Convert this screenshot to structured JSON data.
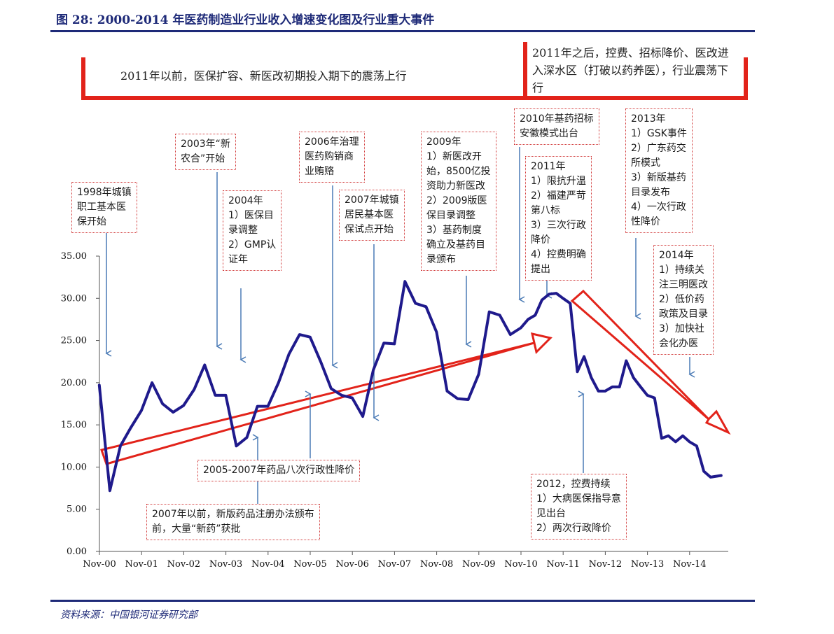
{
  "header": {
    "title": "图 28: 2000-2014 年医药制造业行业收入增速变化图及行业重大事件"
  },
  "source": "资料来源：中国银河证券研究部",
  "eras": [
    "2011年以前，医保扩容、新医改初期投入期下的震荡上行",
    "2011年之后，控费、招标降价、医改进入深水区（打破以药养医），行业震荡下行"
  ],
  "annotations": [
    "1998年城镇\n职工基本医\n保开始",
    "2003年“新\n农合”开始",
    "2004年\n1）医保目\n录调整\n2）GMP认\n证年",
    "2006年治理\n医药购销商\n业贿赂",
    "2007年城镇\n居民基本医\n保试点开始",
    "2009年\n1）新医改开\n始，8500亿投\n资助力新医改\n2）2009版医\n保目录调整\n3）基药制度\n确立及基药目\n录颁布",
    "2010年基药招标\n安徽模式出台",
    "2011年\n1）限抗升温\n2）福建严苛\n第八标\n3）三次行政\n降价\n4）控费明确\n提出",
    "2013年\n1）GSK事件\n2）广东药交\n所模式\n3）新版基药\n目录发布\n4）一次行政\n性降价",
    "2014年\n1）持续关\n注三明医改\n2）低价药\n政策及目录\n3）加快社\n会化办医",
    "2005-2007年药品八次行政性降价",
    "2007年以前，新版药品注册办法颁布\n前，大量“新药”获批",
    "2012，控费持续\n1）大病医保指导意\n见出台\n2）两次行政降价"
  ],
  "colors": {
    "line": "#1f1a8c",
    "trend_arrow": "#e2231a",
    "pointer": "#4a7ab5",
    "title": "#1e2a78"
  },
  "chart_data": {
    "type": "line",
    "title": "",
    "xlabel": "",
    "ylabel": "",
    "x_ticks": [
      "Nov-00",
      "Nov-01",
      "Nov-02",
      "Nov-03",
      "Nov-04",
      "Nov-05",
      "Nov-06",
      "Nov-07",
      "Nov-08",
      "Nov-09",
      "Nov-10",
      "Nov-11",
      "Nov-12",
      "Nov-13",
      "Nov-14"
    ],
    "y_ticks": [
      "0.00",
      "5.00",
      "10.00",
      "15.00",
      "20.00",
      "25.00",
      "30.00",
      "35.00"
    ],
    "ylim": [
      0,
      35
    ],
    "xlim": [
      2000.833,
      2015.75
    ],
    "grid": false,
    "series": [
      {
        "x": [
          2000.83,
          2001.08,
          2001.33,
          2001.58,
          2001.83,
          2002.08,
          2002.33,
          2002.58,
          2002.83,
          2003.08,
          2003.33,
          2003.58,
          2003.83,
          2004.08,
          2004.33,
          2004.58,
          2004.83,
          2005.08,
          2005.33,
          2005.58,
          2005.83,
          2006.08,
          2006.33,
          2006.58,
          2006.83,
          2007.08,
          2007.33,
          2007.58,
          2007.83,
          2008.08,
          2008.33,
          2008.58,
          2008.83,
          2009.08,
          2009.33,
          2009.58,
          2009.83,
          2010.08,
          2010.33,
          2010.58,
          2010.83,
          2011.0,
          2011.17,
          2011.33,
          2011.5,
          2011.67,
          2011.83,
          2012.0,
          2012.17,
          2012.33,
          2012.5,
          2012.67,
          2012.83,
          2013.0,
          2013.17,
          2013.33,
          2013.5,
          2013.67,
          2013.83,
          2014.0,
          2014.17,
          2014.33,
          2014.5,
          2014.67,
          2014.83,
          2015.0,
          2015.17,
          2015.33,
          2015.58
        ],
        "y": [
          19.7,
          7.2,
          12.5,
          14.7,
          16.7,
          20.0,
          17.5,
          16.5,
          17.3,
          19.2,
          22.1,
          18.5,
          18.5,
          12.5,
          13.5,
          17.2,
          17.2,
          20.0,
          23.4,
          25.7,
          25.4,
          22.5,
          19.3,
          18.5,
          18.2,
          16.0,
          21.5,
          24.7,
          24.6,
          32.0,
          29.4,
          29.0,
          26.0,
          19.0,
          18.1,
          18.0,
          21.0,
          28.4,
          28.0,
          25.7,
          26.5,
          27.5,
          28.0,
          29.8,
          30.5,
          30.6,
          30.0,
          29.4,
          21.3,
          23.1,
          20.6,
          19.0,
          19.0,
          19.5,
          19.5,
          22.6,
          20.6,
          19.5,
          18.5,
          18.2,
          13.4,
          13.7,
          13.0,
          13.7,
          13.0,
          12.5,
          9.5,
          8.8,
          9.0
        ]
      }
    ]
  }
}
